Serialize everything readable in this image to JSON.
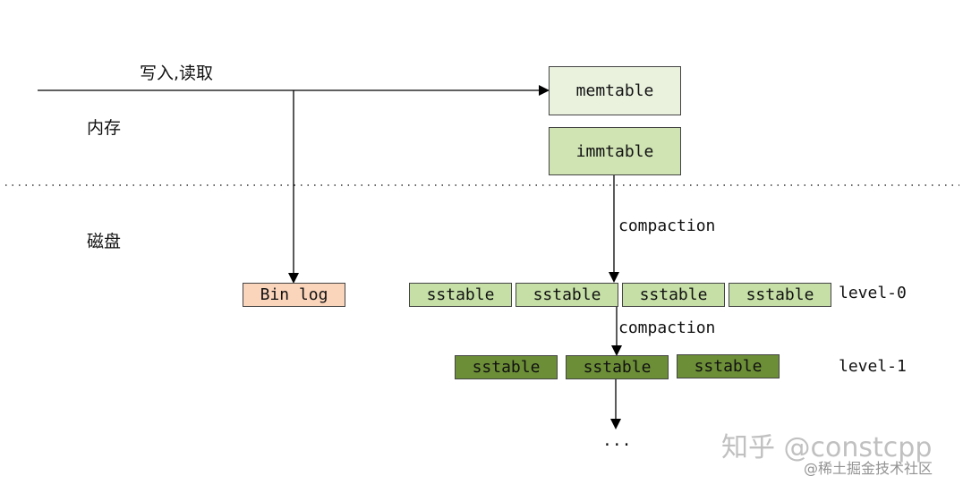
{
  "labels": {
    "write_read": "写入,读取",
    "memory": "内存",
    "disk": "磁盘",
    "compaction_1": "compaction",
    "compaction_2": "compaction",
    "level0": "level-0",
    "level1": "level-1",
    "ellipsis": "..."
  },
  "boxes": {
    "memtable": "memtable",
    "immtable": "immtable",
    "binlog": "Bin log"
  },
  "level0_tables": [
    "sstable",
    "sstable",
    "sstable",
    "sstable"
  ],
  "level1_tables": [
    "sstable",
    "sstable",
    "sstable"
  ],
  "watermark": {
    "main": "知乎 @constcpp",
    "sub": "@稀土掘金技术社区"
  },
  "colors": {
    "memtable_fill": "#eaf2de",
    "immtable_fill": "#cfe3b3",
    "level0_fill": "#c5dfa6",
    "level1_fill": "#6c8e37",
    "binlog_fill": "#fbd5bb"
  }
}
